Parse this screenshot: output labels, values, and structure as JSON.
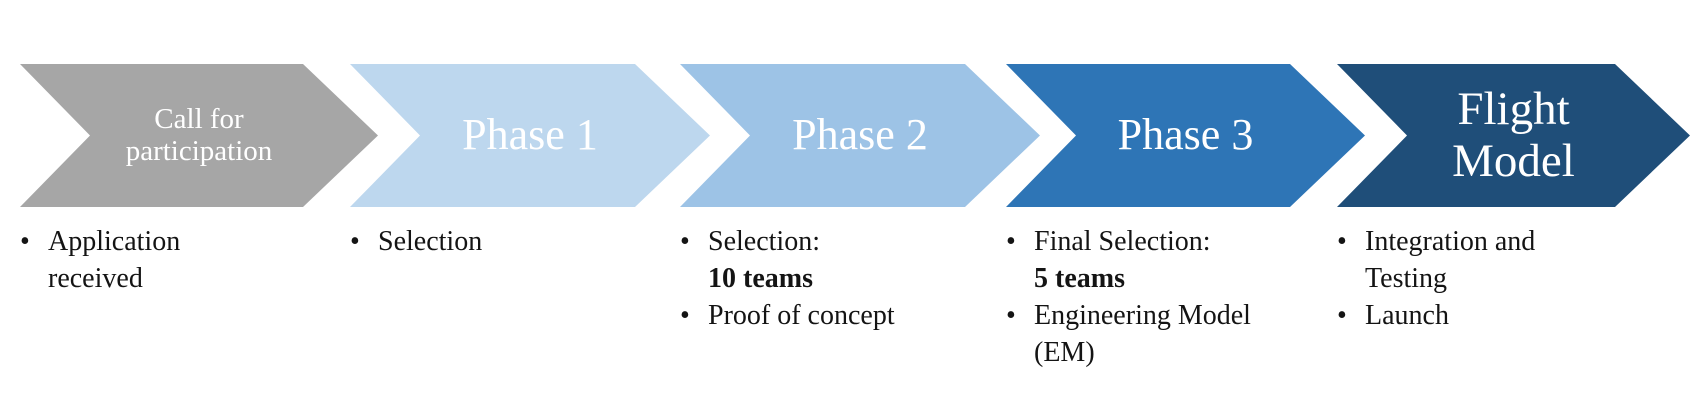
{
  "diagram": {
    "title_semantic": "project-phases-process-flow",
    "background_color": "#ffffff",
    "label_text_color": "#ffffff",
    "bullet_text_color": "#141414",
    "bullet_glyph": "•",
    "stages": [
      {
        "label_lines": [
          "Call for",
          "participation"
        ],
        "color": "#a6a6a6",
        "bullets": [
          {
            "text": "Application received"
          }
        ]
      },
      {
        "label_lines": [
          "Phase 1"
        ],
        "color": "#bdd7ee",
        "bullets": [
          {
            "text": "Selection"
          }
        ]
      },
      {
        "label_lines": [
          "Phase 2"
        ],
        "color": "#9dc3e6",
        "bullets": [
          {
            "text": "Selection:",
            "bold_text": "10 teams"
          },
          {
            "text": "Proof of concept"
          }
        ]
      },
      {
        "label_lines": [
          "Phase 3"
        ],
        "color": "#2e75b6",
        "bullets": [
          {
            "text": "Final Selection:",
            "bold_text": "5 teams"
          },
          {
            "text": "Engineering Model (EM)"
          }
        ]
      },
      {
        "label_lines": [
          "Flight",
          "Model"
        ],
        "color": "#1f4e79",
        "bullets": [
          {
            "text": "Integration and Testing"
          },
          {
            "text": "Launch"
          }
        ]
      }
    ]
  }
}
